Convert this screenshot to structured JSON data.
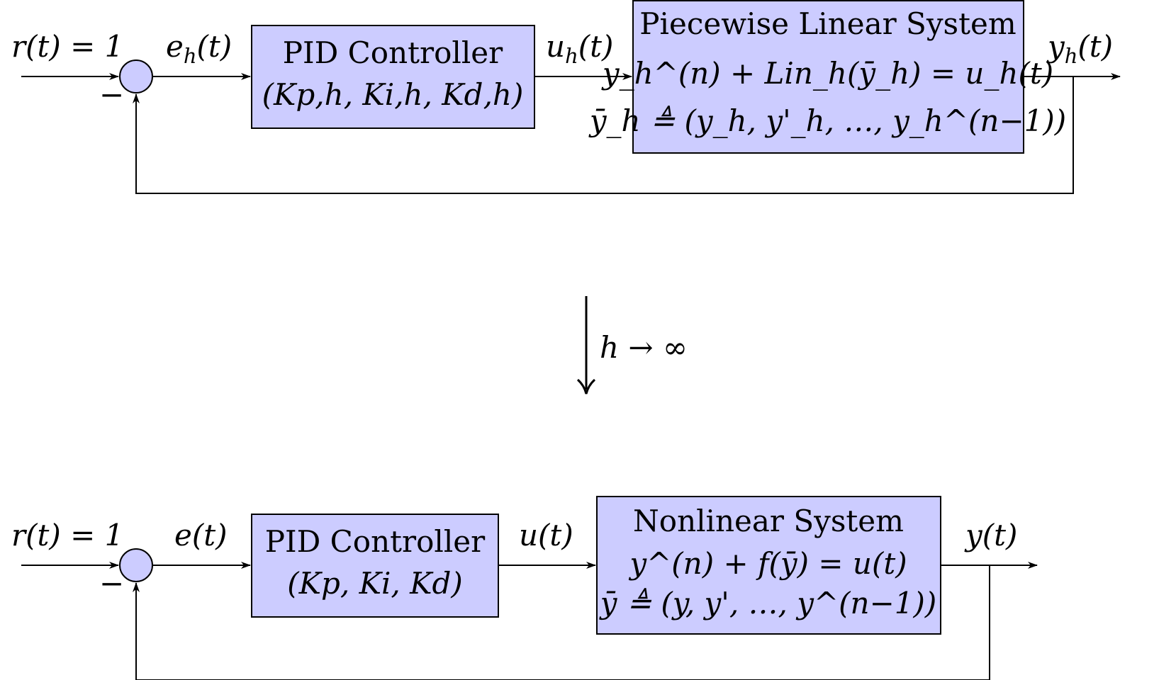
{
  "top": {
    "reference_label": "r(t) = 1",
    "minus_sign": "−",
    "error_label": "e",
    "error_sub": "h",
    "error_arg": "(t)",
    "controller_title": "PID Controller",
    "controller_params": "(Kp,h, Ki,h, Kd,h)",
    "control_label": "u",
    "control_sub": "h",
    "control_arg": "(t)",
    "system_title": "Piecewise Linear System",
    "system_eq1": "y_h^(n) + Lin_h(ȳ_h) = u_h(t)",
    "system_eq2": "ȳ_h ≜ (y_h, y'_h, …, y_h^(n−1))",
    "output_label": "y",
    "output_sub": "h",
    "output_arg": "(t)"
  },
  "limit": {
    "label": "h → ∞"
  },
  "bottom": {
    "reference_label": "r(t) = 1",
    "minus_sign": "−",
    "error_label": "e(t)",
    "controller_title": "PID Controller",
    "controller_params": "(Kp, Ki, Kd)",
    "control_label": "u(t)",
    "system_title": "Nonlinear System",
    "system_eq1": "y^(n) + f(ȳ) = u(t)",
    "system_eq2": "ȳ ≜ (y, y', …, y^(n−1))",
    "output_label": "y(t)"
  },
  "colors": {
    "block_fill": "#ccccff",
    "line": "#000000"
  }
}
